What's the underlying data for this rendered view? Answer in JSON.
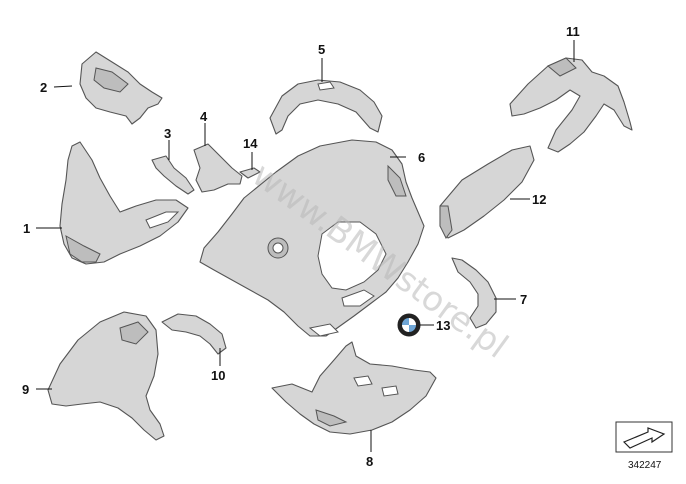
{
  "callouts": [
    {
      "id": "1",
      "label": "1"
    },
    {
      "id": "2",
      "label": "2"
    },
    {
      "id": "3",
      "label": "3"
    },
    {
      "id": "4",
      "label": "4"
    },
    {
      "id": "5",
      "label": "5"
    },
    {
      "id": "6",
      "label": "6"
    },
    {
      "id": "7",
      "label": "7"
    },
    {
      "id": "8",
      "label": "8"
    },
    {
      "id": "9",
      "label": "9"
    },
    {
      "id": "10",
      "label": "10"
    },
    {
      "id": "11",
      "label": "11"
    },
    {
      "id": "12",
      "label": "12"
    },
    {
      "id": "13",
      "label": "13"
    },
    {
      "id": "14",
      "label": "14"
    }
  ],
  "watermark": "www.BMWstore.pl",
  "reference_number": "342247",
  "icons": {
    "orientation": "direction-arrow-icon",
    "logo": "bmw-roundel-icon"
  }
}
